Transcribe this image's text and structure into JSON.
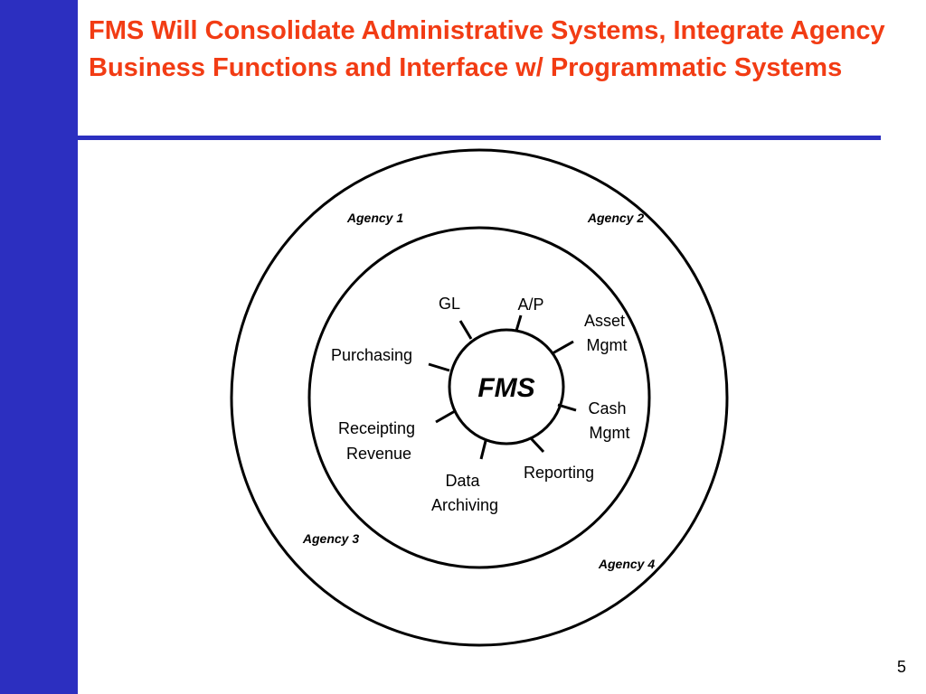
{
  "slide": {
    "title": "FMS Will Consolidate Administrative Systems, Integrate Agency Business Functions and Interface w/ Programmatic Systems",
    "page_number": "5"
  },
  "diagram": {
    "center": "FMS",
    "functions": {
      "gl": "GL",
      "ap": "A/P",
      "asset_mgmt": [
        "Asset",
        "Mgmt"
      ],
      "purchasing": "Purchasing",
      "cash_mgmt": [
        "Cash",
        "Mgmt"
      ],
      "receipting_revenue": [
        "Receipting",
        "Revenue"
      ],
      "reporting": "Reporting",
      "data_archiving": [
        "Data",
        "Archiving"
      ]
    },
    "agencies": {
      "agency1": "Agency 1",
      "agency2": "Agency 2",
      "agency3": "Agency 3",
      "agency4": "Agency 4"
    }
  },
  "colors": {
    "title": "#f23c14",
    "accent_blue": "#2c2fc0"
  }
}
